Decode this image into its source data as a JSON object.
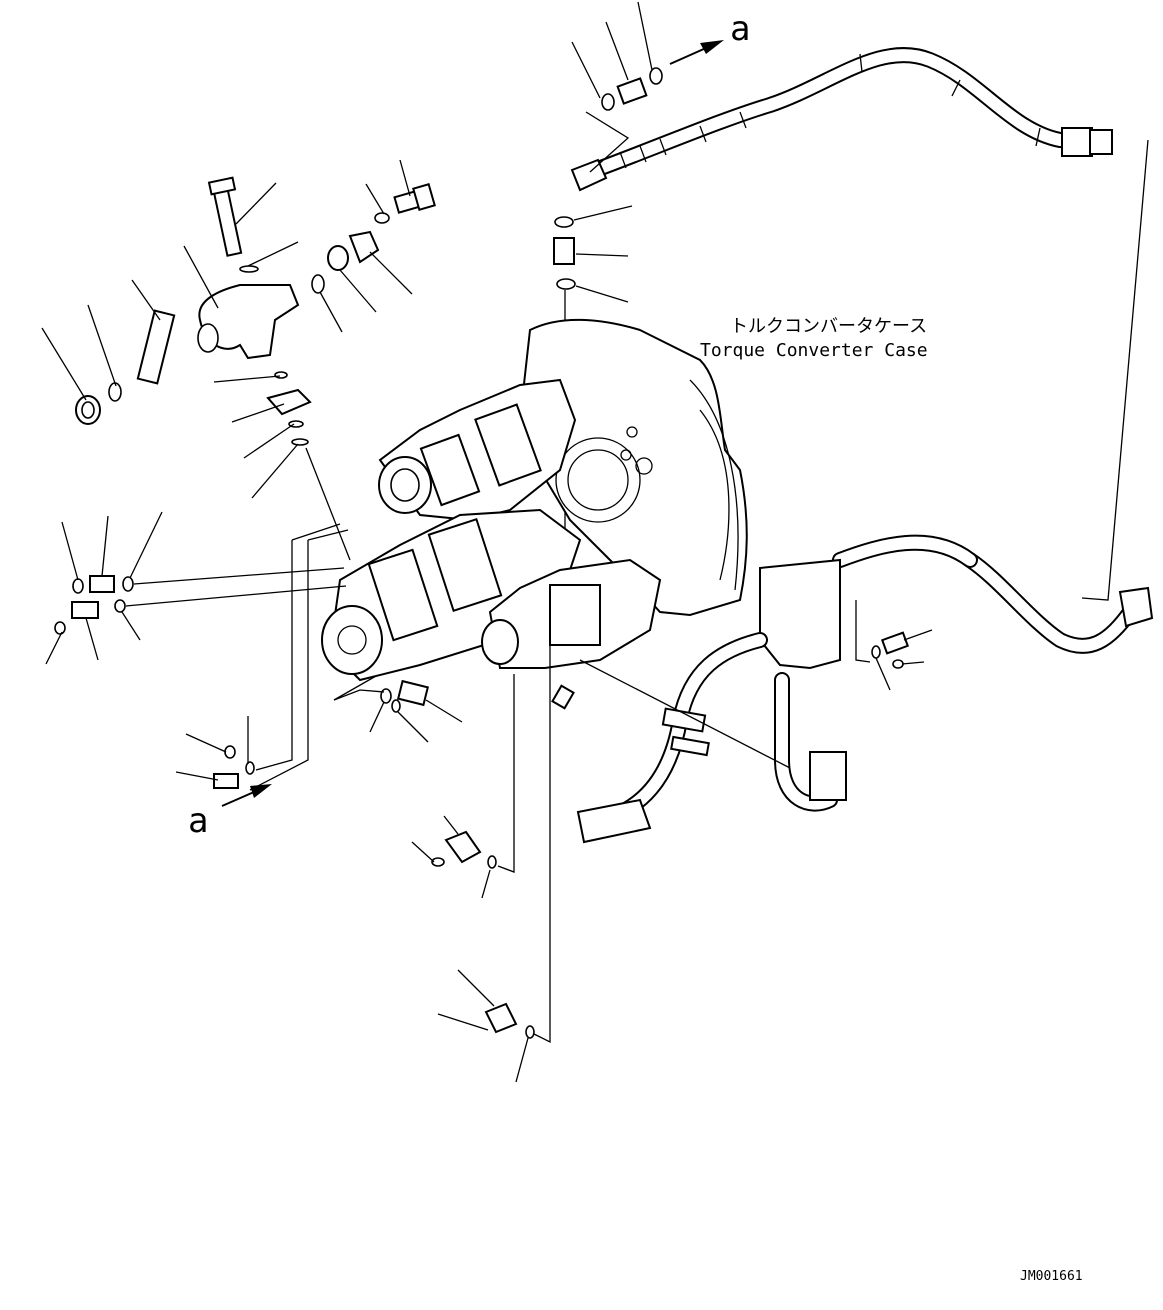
{
  "label_ref_top": "a",
  "label_ref_bottom": "a",
  "case_label_ja": "トルクコンバータケース",
  "case_label_en": "Torque Converter Case",
  "drawing_id": "JM001661"
}
